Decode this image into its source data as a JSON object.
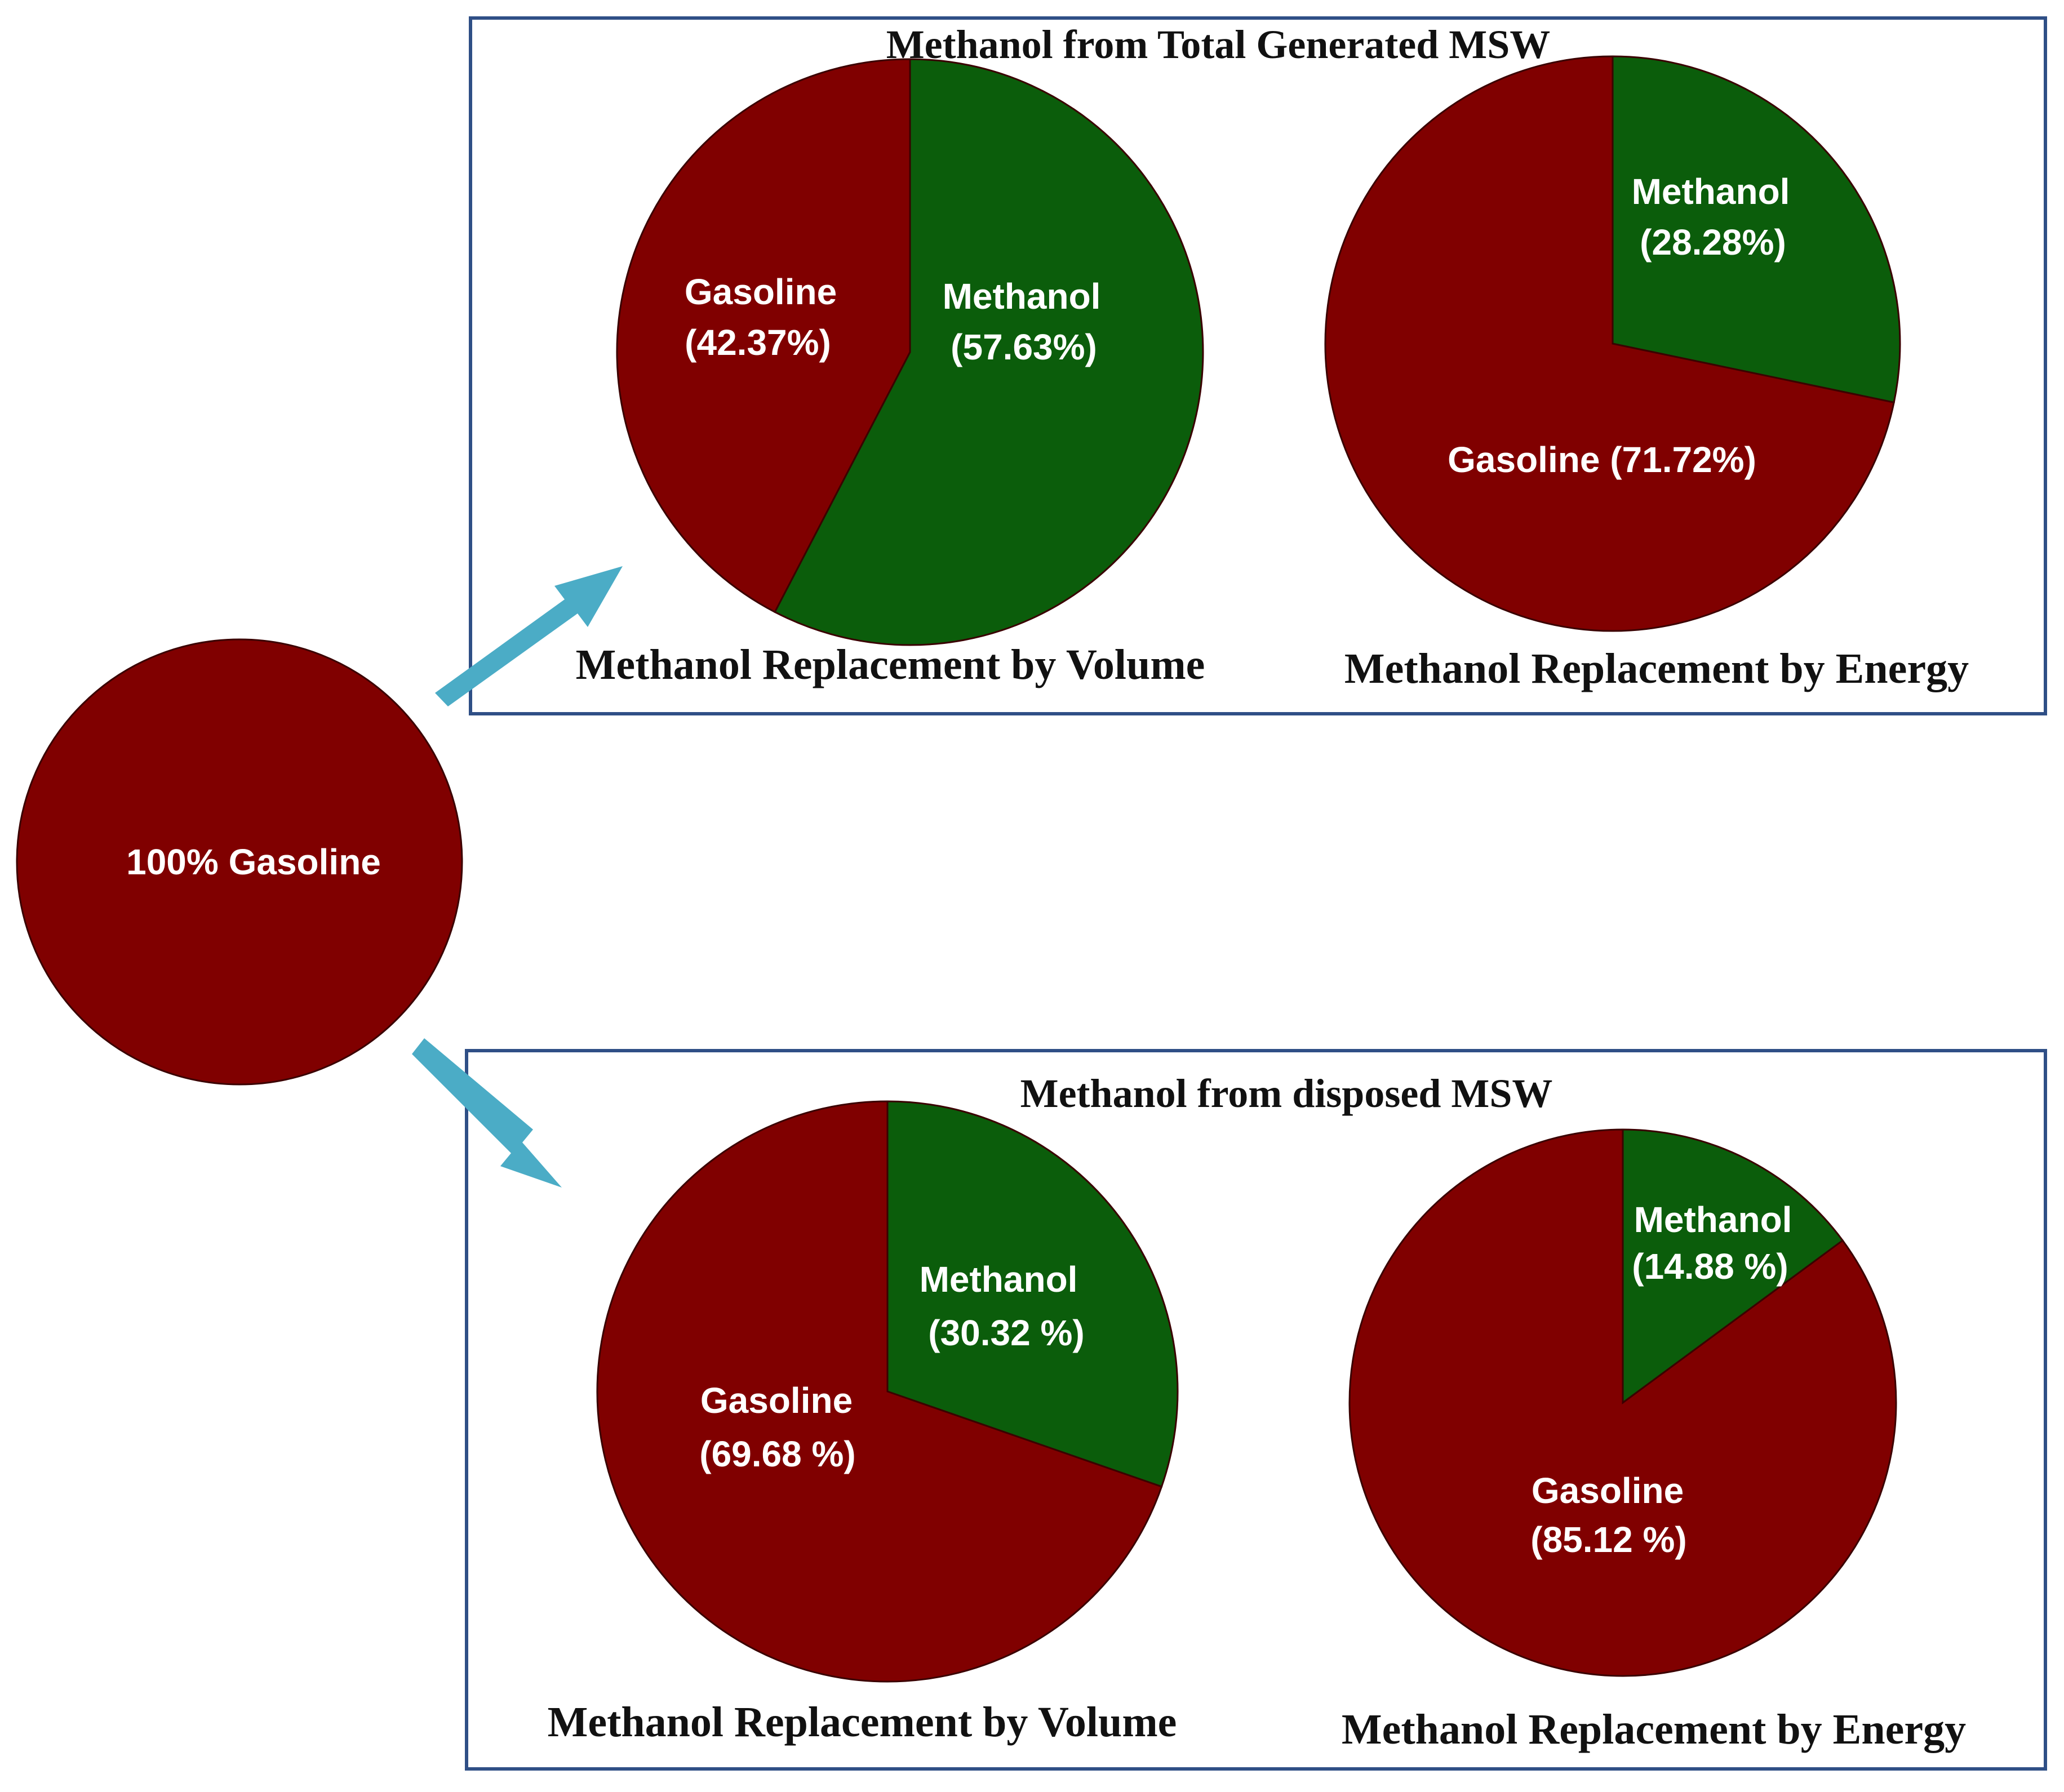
{
  "colors": {
    "gasoline": "#800000",
    "methanol": "#0b5d0b",
    "arrow": "#4bacc6",
    "box": "#2f4f86"
  },
  "start": {
    "label": "100% Gasoline"
  },
  "panels": [
    {
      "title": "Methanol from Total Generated MSW"
    },
    {
      "title": "Methanol from disposed MSW"
    }
  ],
  "chart_data": [
    {
      "type": "pie",
      "title": "",
      "slices": [
        {
          "label": "Gasoline",
          "value": 100
        }
      ],
      "labels": [
        "100% Gasoline"
      ]
    },
    {
      "type": "pie",
      "panel": "Methanol from Total Generated MSW",
      "title": "Methanol Replacement by Volume",
      "slices": [
        {
          "label": "Methanol",
          "value": 57.63,
          "text1": "Methanol",
          "text2": "(57.63%)"
        },
        {
          "label": "Gasoline",
          "value": 42.37,
          "text1": "Gasoline",
          "text2": "(42.37%)"
        }
      ]
    },
    {
      "type": "pie",
      "panel": "Methanol from Total Generated MSW",
      "title": "Methanol Replacement by Energy",
      "slices": [
        {
          "label": "Methanol",
          "value": 28.28,
          "text1": "Methanol",
          "text2": "(28.28%)"
        },
        {
          "label": "Gasoline",
          "value": 71.72,
          "text1": "Gasoline (71.72%)",
          "text2": ""
        }
      ]
    },
    {
      "type": "pie",
      "panel": "Methanol from disposed MSW",
      "title": "Methanol Replacement by Volume",
      "slices": [
        {
          "label": "Methanol",
          "value": 30.32,
          "text1": "Methanol",
          "text2": "(30.32 %)"
        },
        {
          "label": "Gasoline",
          "value": 69.68,
          "text1": "Gasoline",
          "text2": "(69.68 %)"
        }
      ]
    },
    {
      "type": "pie",
      "panel": "Methanol from disposed MSW",
      "title": "Methanol Replacement by Energy",
      "slices": [
        {
          "label": "Methanol",
          "value": 14.88,
          "text1": "Methanol",
          "text2": "(14.88 %)"
        },
        {
          "label": "Gasoline",
          "value": 85.12,
          "text1": "Gasoline",
          "text2": "(85.12 %)"
        }
      ]
    }
  ]
}
